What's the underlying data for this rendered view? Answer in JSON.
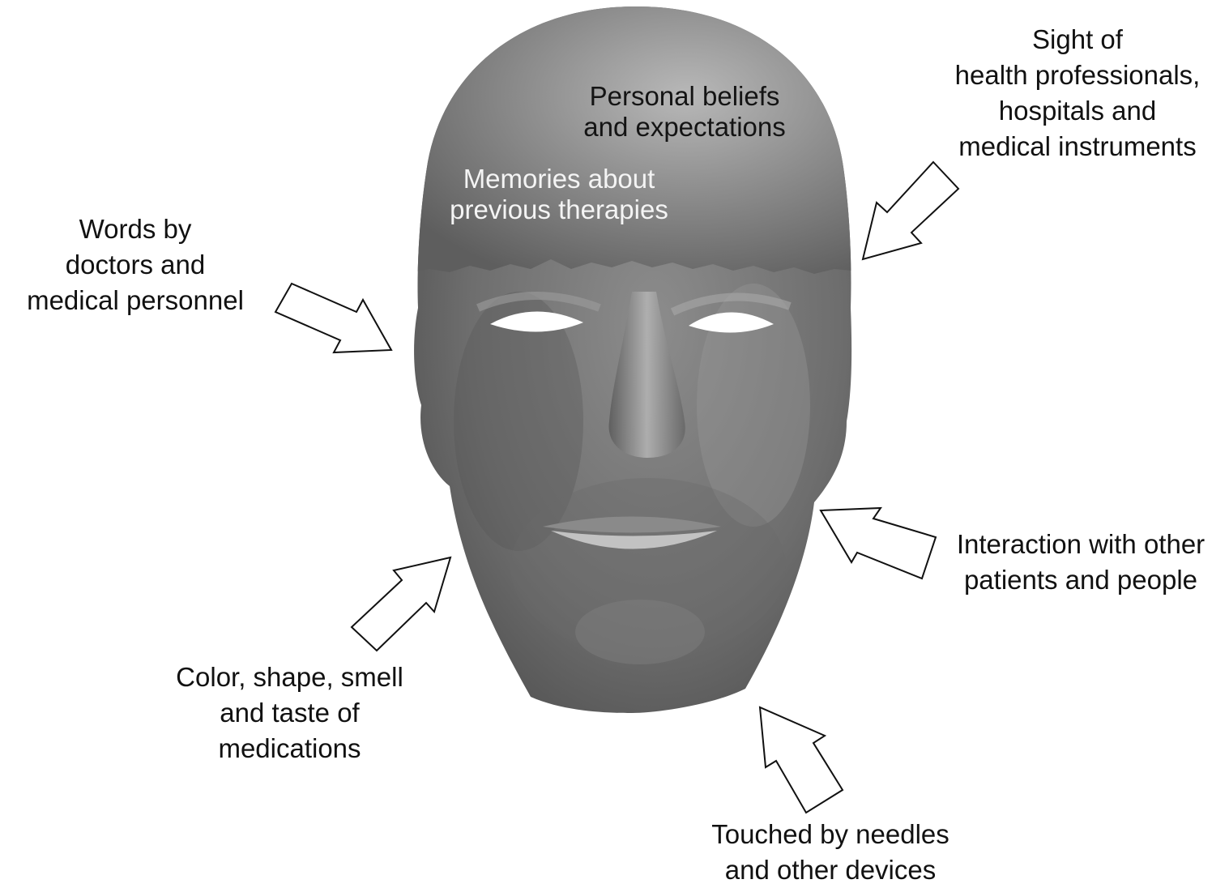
{
  "inner_labels": {
    "beliefs": [
      "Personal beliefs",
      "and expectations"
    ],
    "memories": [
      "Memories about",
      "previous therapies"
    ]
  },
  "outer_labels": {
    "sight": [
      "Sight of",
      "health professionals,",
      "hospitals and",
      "medical instruments"
    ],
    "words": [
      "Words by",
      "doctors and",
      "medical personnel"
    ],
    "interaction": [
      "Interaction with other",
      "patients and people"
    ],
    "medications": [
      "Color, shape, smell",
      "and taste of",
      "medications"
    ],
    "touched": [
      "Touched by needles",
      "and other devices"
    ]
  }
}
